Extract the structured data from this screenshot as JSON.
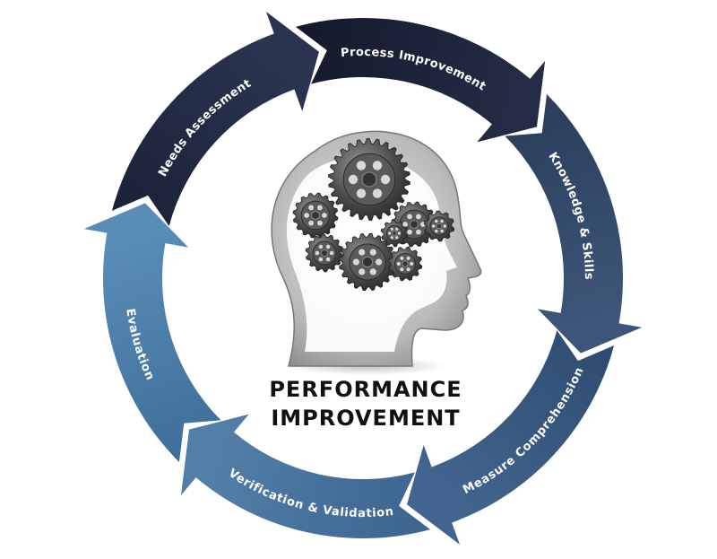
{
  "diagram": {
    "center_title_line1": "PERFORMANCE",
    "center_title_line2": "IMPROVEMENT",
    "center_icon": "head-with-gears-icon",
    "cycle": [
      {
        "label": "Needs Assessment",
        "color": "#1b2338",
        "color2": "#2a3450"
      },
      {
        "label": "Process Improvement",
        "color": "#141a2c",
        "color2": "#232c44"
      },
      {
        "label": "Knowledge & Skills",
        "color": "#2b3f5c",
        "color2": "#3d5578"
      },
      {
        "label": "Measure Comprehension",
        "color": "#2f4d70",
        "color2": "#42658f"
      },
      {
        "label": "Verification & Validation",
        "color": "#3c6590",
        "color2": "#527ea8"
      },
      {
        "label": "Evaluation",
        "color": "#3f6f9b",
        "color2": "#5a8cb8"
      }
    ]
  }
}
